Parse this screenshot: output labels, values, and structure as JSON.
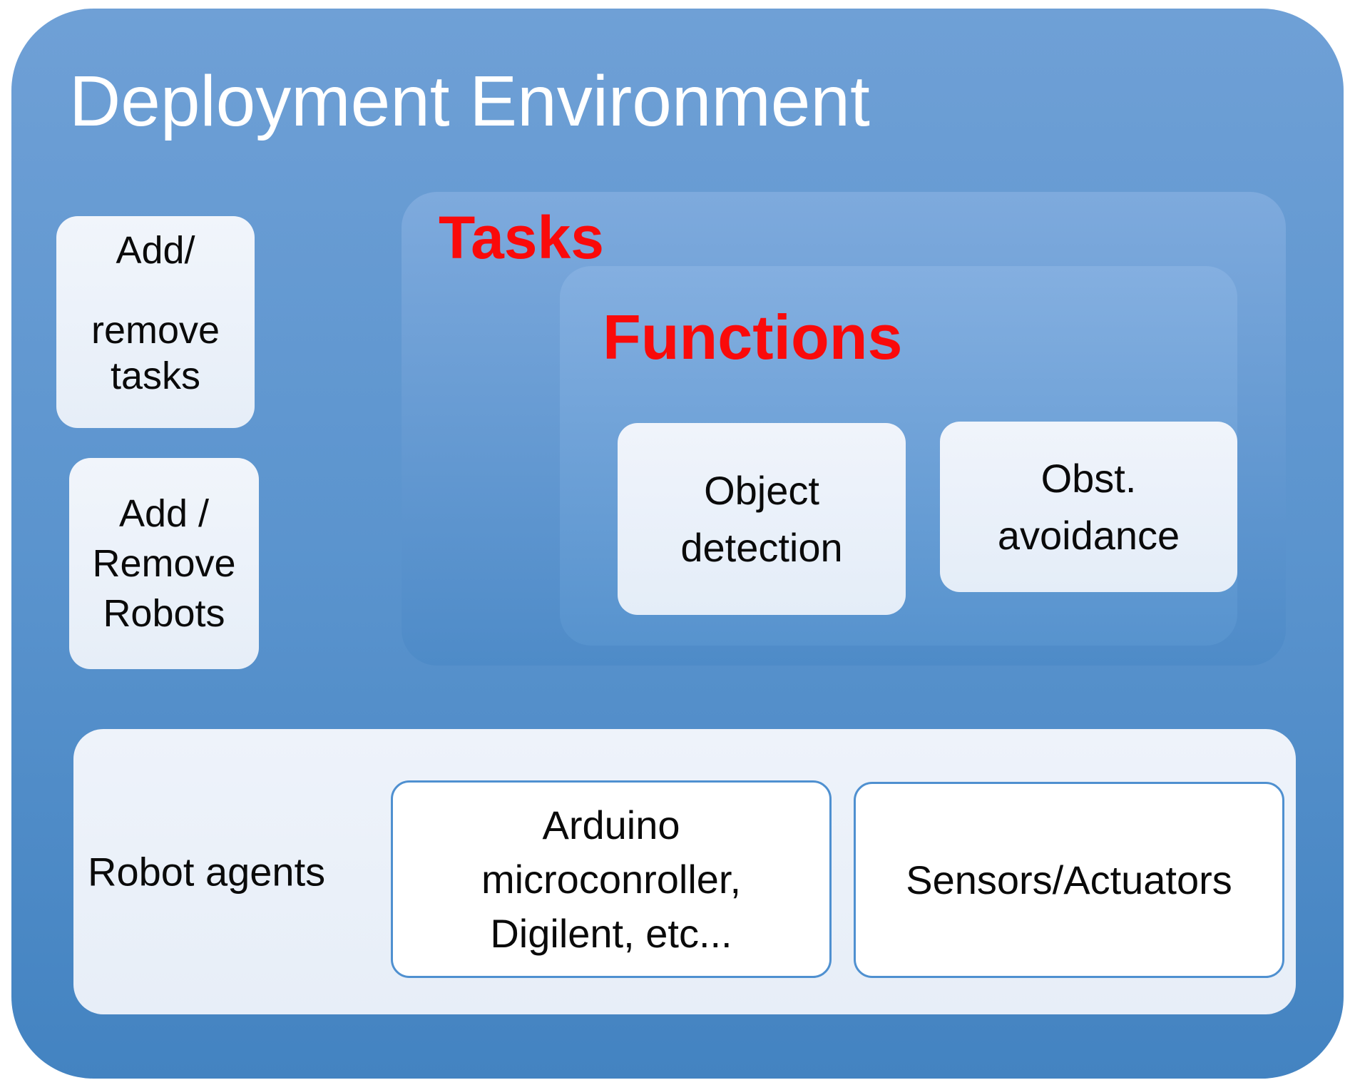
{
  "title": "Deployment Environment",
  "colors": {
    "accent_red": "#FA0A0A",
    "container_blue_top": "#6FA0D6",
    "container_blue_bottom": "#4383C1",
    "white_box_border_blue": "#4F90D0",
    "light_box_bg": "#ECF2FA",
    "title_color": "#FFFFFF"
  },
  "left_boxes": {
    "tasks_box": {
      "lines": [
        "Add/",
        "remove",
        "tasks"
      ]
    },
    "robots_box": {
      "lines": [
        "Add /",
        "Remove",
        "Robots"
      ]
    }
  },
  "tasks_group": {
    "label": "Tasks",
    "functions_group": {
      "label": "Functions",
      "boxes": {
        "object_detection": {
          "lines": [
            "Object",
            "detection"
          ]
        },
        "obstacle_avoidance": {
          "lines": [
            "Obst.",
            "avoidance"
          ]
        }
      }
    }
  },
  "robot_agents_group": {
    "label": "Robot agents",
    "boxes": {
      "microcontroller": {
        "lines": [
          "Arduino",
          "microconroller,",
          "Digilent, etc..."
        ]
      },
      "sensors": {
        "label": "Sensors/Actuators"
      }
    }
  }
}
